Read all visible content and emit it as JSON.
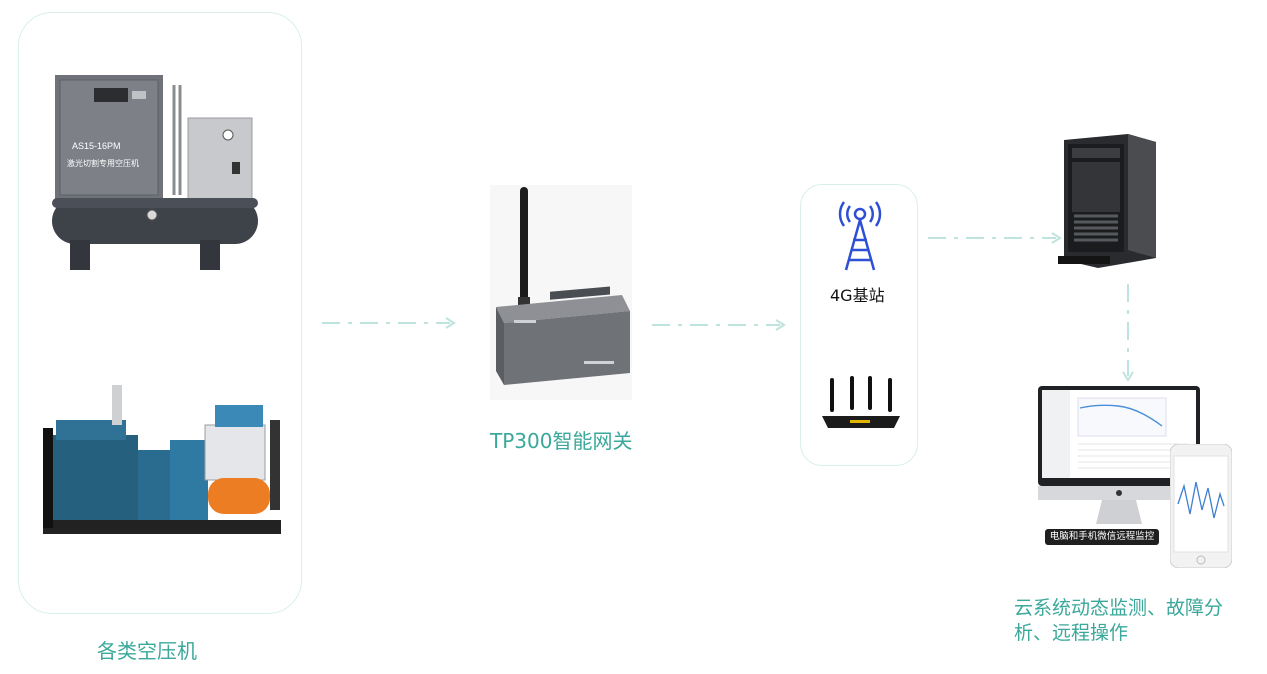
{
  "compressor_group": {
    "caption": "各类空压机",
    "screw_compressor_model": "AS15-16PM",
    "screw_compressor_subtitle": "激光切割专用空压机"
  },
  "gateway": {
    "caption": "TP300智能网关"
  },
  "network": {
    "base_station_label": "4G基站"
  },
  "cloud": {
    "caption": "云系统动态监测、故障分析、远程操作",
    "banner": "电脑和手机微信远程监控"
  },
  "colors": {
    "accent": "#3aa89a",
    "arrow": "#bfe3de",
    "panel_border": "#d9efe9",
    "tower": "#2d4fd6"
  }
}
